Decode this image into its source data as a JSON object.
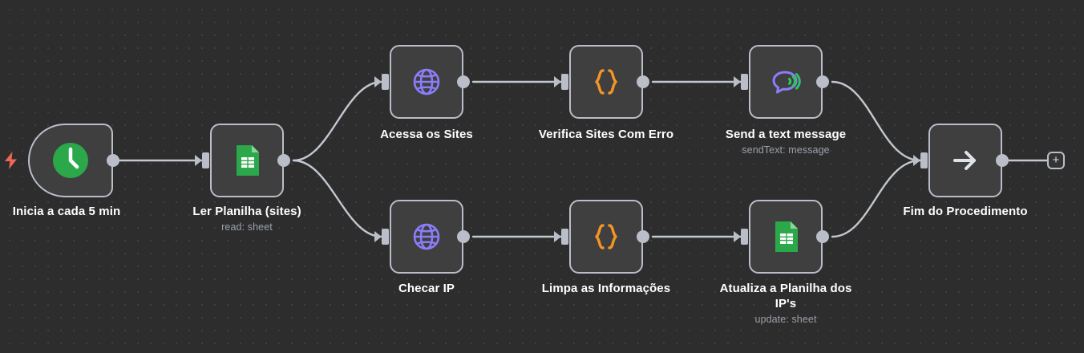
{
  "canvas": {
    "background": "#2d2d2d",
    "dot_color": "#3f3f3f",
    "node_fill": "#3f3f3f",
    "node_border": "#b9bec8",
    "edge_color": "#c3c8d0",
    "label_color": "#ffffff",
    "sublabel_color": "#9aa0aa",
    "accent_purple": "#8b7dfa",
    "accent_orange": "#f59524",
    "accent_green": "#2aa84a",
    "bolt_color": "#f0655a"
  },
  "nodes": [
    {
      "id": "trigger",
      "label": "Inicia a cada 5 min",
      "sublabel": "",
      "icon": "clock-icon",
      "shape": "trigger"
    },
    {
      "id": "read-sheet",
      "label": "Ler Planilha (sites)",
      "sublabel": "read: sheet",
      "icon": "google-sheets-icon",
      "shape": "square"
    },
    {
      "id": "access-sites",
      "label": "Acessa os Sites",
      "sublabel": "",
      "icon": "globe-icon",
      "shape": "square"
    },
    {
      "id": "verify-sites",
      "label": "Verifica Sites Com Erro",
      "sublabel": "",
      "icon": "code-braces-icon",
      "shape": "square"
    },
    {
      "id": "send-text",
      "label": "Send a text message",
      "sublabel": "sendText: message",
      "icon": "chat-bubble-icon",
      "shape": "square"
    },
    {
      "id": "check-ip",
      "label": "Checar IP",
      "sublabel": "",
      "icon": "globe-icon",
      "shape": "square"
    },
    {
      "id": "clean-info",
      "label": "Limpa as Informações",
      "sublabel": "",
      "icon": "code-braces-icon",
      "shape": "square"
    },
    {
      "id": "update-sheet",
      "label": "Atualiza a Planilha dos IP's",
      "sublabel": "update: sheet",
      "icon": "google-sheets-icon",
      "shape": "square"
    },
    {
      "id": "end",
      "label": "Fim do Procedimento",
      "sublabel": "",
      "icon": "arrow-right-icon",
      "shape": "square"
    }
  ],
  "add_button": {
    "label": "+"
  },
  "trigger_badge": {
    "icon": "lightning-bolt-icon"
  }
}
